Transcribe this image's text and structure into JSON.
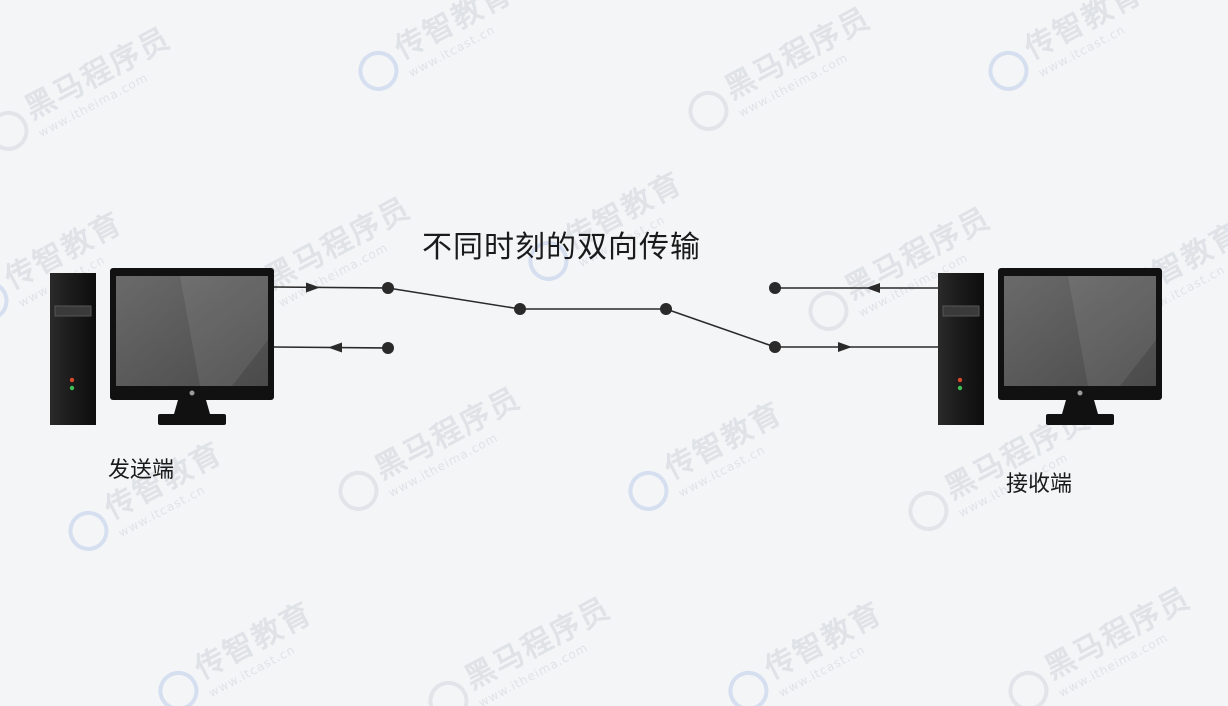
{
  "diagram": {
    "title": "不同时刻的双向传输",
    "sender_label": "发送端",
    "receiver_label": "接收端"
  },
  "watermarks": {
    "brand_a": "黑马程序员",
    "url_a": "www.itheima.com",
    "brand_b": "传智教育",
    "url_b": "www.itcast.cn"
  },
  "colors": {
    "background": "#f4f5f7",
    "line": "#2a2a2a",
    "monitor_frame": "#111111",
    "monitor_screen": "#555555",
    "tower": "#1a1a1a"
  }
}
